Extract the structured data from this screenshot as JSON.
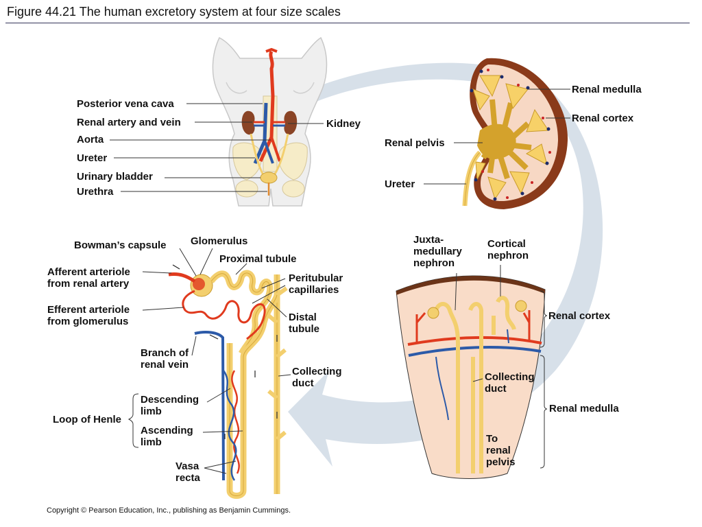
{
  "title": "Figure 44.21  The human excretory system at four size scales",
  "copyright": "Copyright © Pearson Education, Inc., publishing as Benjamin Cummings.",
  "body_labels": {
    "posterior_vena_cava": "Posterior vena cava",
    "renal_artery_vein": "Renal artery and vein",
    "aorta": "Aorta",
    "ureter": "Ureter",
    "urinary_bladder": "Urinary bladder",
    "urethra": "Urethra",
    "kidney": "Kidney"
  },
  "kidney_labels": {
    "renal_medulla": "Renal medulla",
    "renal_cortex": "Renal cortex",
    "renal_pelvis": "Renal pelvis",
    "ureter": "Ureter"
  },
  "nephron_labels": {
    "bowmans_capsule": "Bowman’s capsule",
    "glomerulus": "Glomerulus",
    "proximal_tubule": "Proximal tubule",
    "afferent_1": "Afferent arteriole",
    "afferent_2": "from renal artery",
    "efferent_1": "Efferent arteriole",
    "efferent_2": "from glomerulus",
    "peritubular_1": "Peritubular",
    "peritubular_2": "capillaries",
    "distal_1": "Distal",
    "distal_2": "tubule",
    "branch_1": "Branch of",
    "branch_2": "renal vein",
    "collecting_1": "Collecting",
    "collecting_2": "duct",
    "descending_1": "Descending",
    "descending_2": "limb",
    "loop_of_henle": "Loop of Henle",
    "ascending_1": "Ascending",
    "ascending_2": "limb",
    "vasa_1": "Vasa",
    "vasa_2": "recta"
  },
  "section_labels": {
    "juxta_1": "Juxta-",
    "juxta_2": "medullary",
    "juxta_3": "nephron",
    "cortical_1": "Cortical",
    "cortical_2": "nephron",
    "renal_cortex": "Renal cortex",
    "collecting_1": "Collecting",
    "collecting_2": "duct",
    "renal_medulla": "Renal medulla",
    "to_1": "To",
    "to_2": "renal",
    "to_3": "pelvis"
  },
  "colors": {
    "artery": "#e03a1e",
    "vein": "#2c5aa8",
    "tubule": "#f3cf6e",
    "arrow": "#d2dbe6",
    "kidney_capsule": "#8a3a1a"
  }
}
